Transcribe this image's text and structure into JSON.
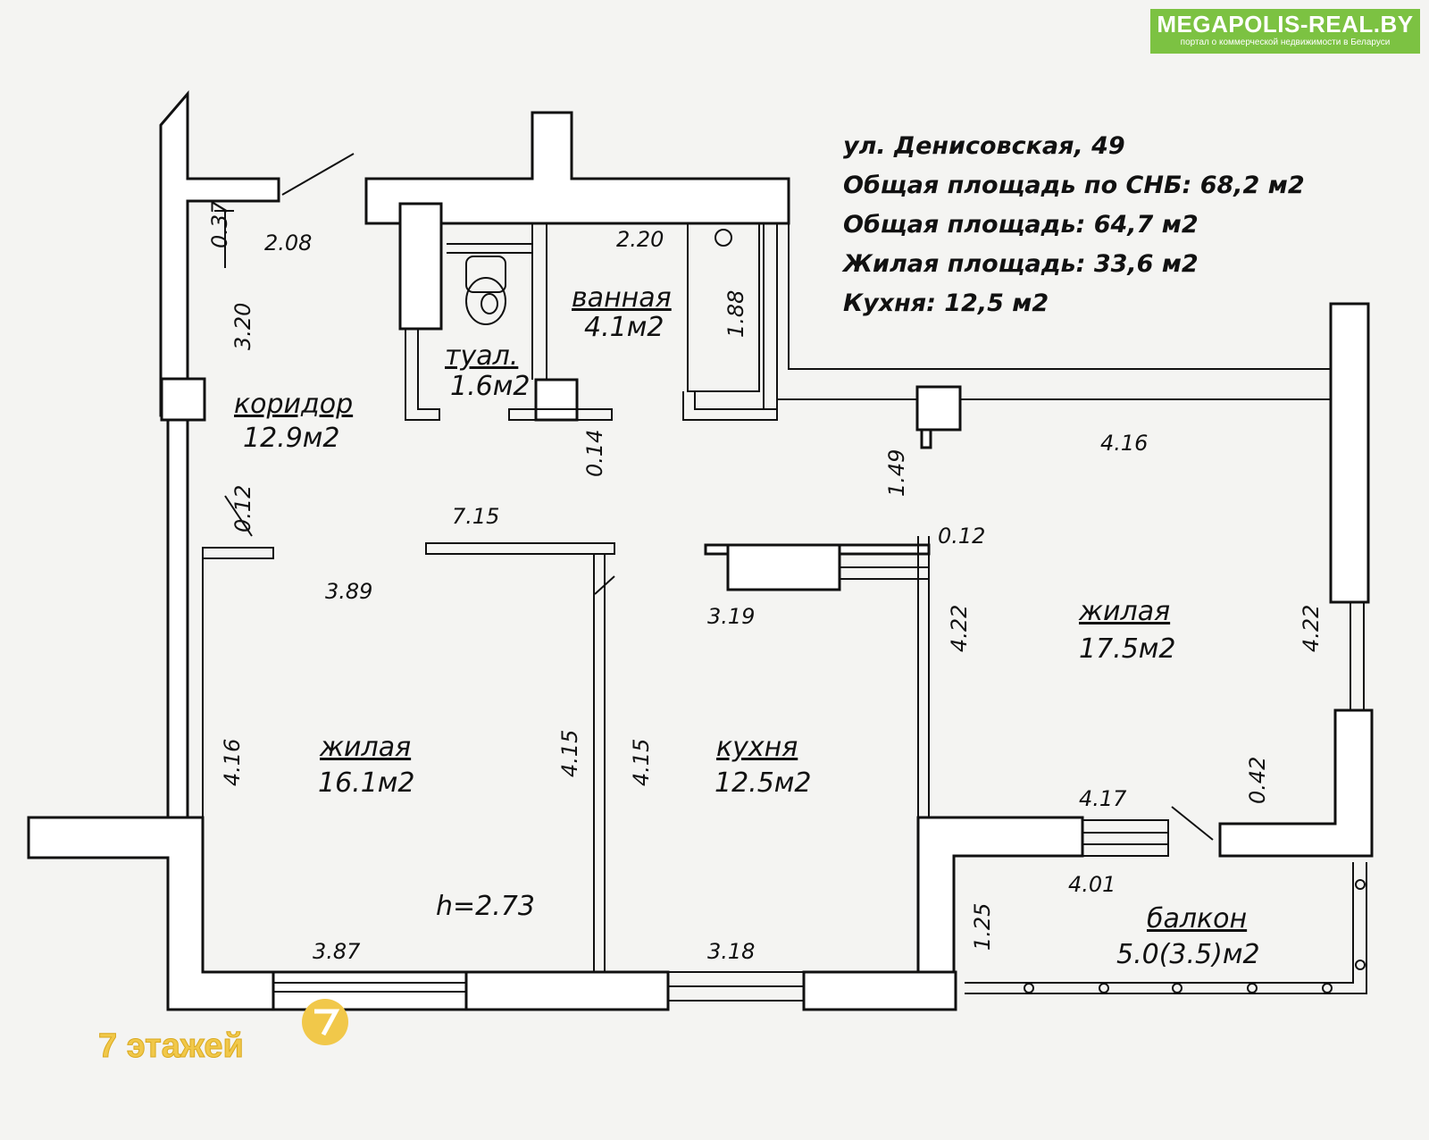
{
  "logo": {
    "title": "MEGAPOLIS-REAL.BY",
    "subtitle": "портал о коммерческой недвижимости в Беларуси"
  },
  "info": {
    "address": "ул. Денисовская, 49",
    "total_snb": "Общая площадь по СНБ: 68,2 м2",
    "total": "Общая площадь: 64,7 м2",
    "living": "Жилая площадь: 33,6 м2",
    "kitchen": "Кухня: 12,5 м2"
  },
  "rooms": {
    "corridor": {
      "name": "коридор",
      "area": "12.9м2"
    },
    "bath": {
      "name": "ванная",
      "area": "4.1м2"
    },
    "toilet": {
      "name": "туал.",
      "area": "1.6м2"
    },
    "living1": {
      "name": "жилая",
      "area": "16.1м2"
    },
    "kitchen": {
      "name": "кухня",
      "area": "12.5м2"
    },
    "living2": {
      "name": "жилая",
      "area": "17.5м2"
    },
    "balcony": {
      "name": "балкон",
      "area": "5.0(3.5)м2"
    }
  },
  "dims": {
    "d208": "2.08",
    "d037": "0.37",
    "d320": "3.20",
    "d220": "2.20",
    "d188": "1.88",
    "d012a": "0.12",
    "d014": "0.14",
    "d149": "1.49",
    "d416a": "4.16",
    "d715": "7.15",
    "d012b": "0.12",
    "d389": "3.89",
    "d319": "3.19",
    "d422a": "4.22",
    "d422b": "4.22",
    "d416b": "4.16",
    "d415a": "4.15",
    "d415b": "4.15",
    "d417": "4.17",
    "d042": "0.42",
    "d401": "4.01",
    "d125": "1.25",
    "d387": "3.87",
    "d318": "3.18"
  },
  "ceiling_height": "h=2.73",
  "floors_label": "7 этажей"
}
